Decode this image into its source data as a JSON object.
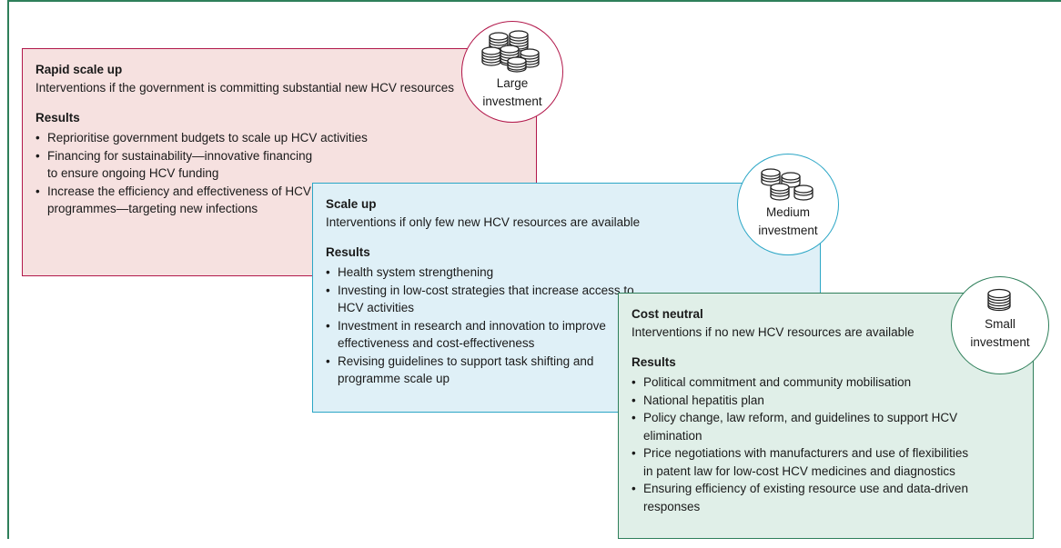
{
  "boxes": {
    "rapid": {
      "title": "Rapid scale up",
      "description": "Interventions if the government is committing substantial new HCV resources",
      "results_title": "Results",
      "results": [
        "Reprioritise government budgets to scale up HCV activities",
        "Financing for sustainability—innovative financing to ensure ongoing HCV funding",
        "Increase the efficiency and effectiveness of HCV programmes—targeting new infections"
      ],
      "color": "#b2184b",
      "fill": "#f6e1e0"
    },
    "scale": {
      "title": "Scale up",
      "description": "Interventions if only few new HCV resources are available",
      "results_title": "Results",
      "results": [
        "Health system strengthening",
        "Investing in low-cost strategies that increase access to HCV activities",
        "Investment in research and innovation to improve effectiveness and cost-effectiveness",
        "Revising guidelines to support task shifting and programme scale up"
      ],
      "color": "#2ba6c6",
      "fill": "#dff0f7"
    },
    "neutral": {
      "title": "Cost neutral",
      "description": "Interventions if no new HCV resources are available",
      "results_title": "Results",
      "results": [
        "Political commitment and community mobilisation",
        "National hepatitis plan",
        "Policy change, law reform, and guidelines to support HCV elimination",
        "Price negotiations with manufacturers and use of flexibilities in patent law for low-cost HCV medicines and diagnostics",
        "Ensuring efficiency of existing resource use and data-driven responses"
      ],
      "color": "#2e7f5a",
      "fill": "#e0efe8"
    }
  },
  "investments": {
    "large": {
      "line1": "Large",
      "line2": "investment",
      "icon": "coin-stacks-icon"
    },
    "medium": {
      "line1": "Medium",
      "line2": "investment",
      "icon": "coin-stacks-icon"
    },
    "small": {
      "line1": "Small",
      "line2": "investment",
      "icon": "coin-stack-icon"
    }
  }
}
